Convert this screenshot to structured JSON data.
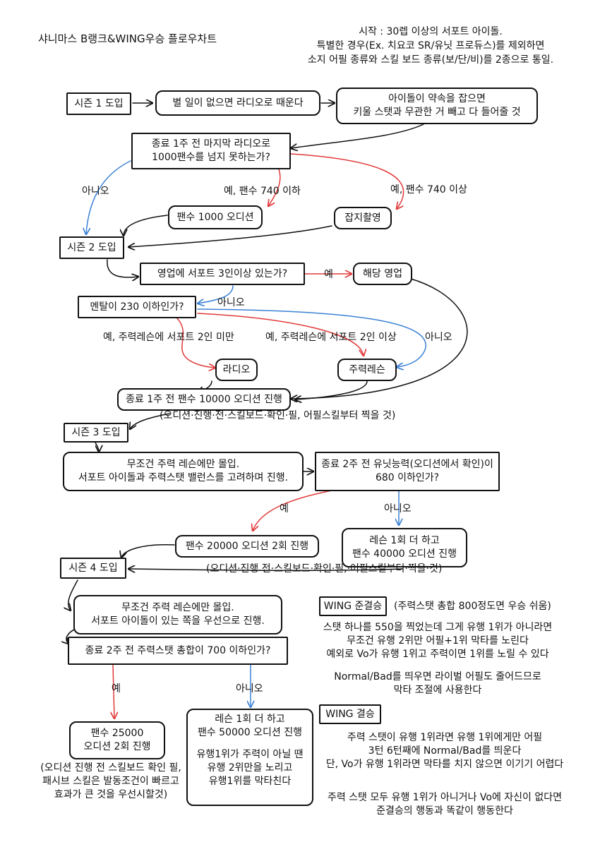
{
  "header": {
    "title": "샤니마스 B랭크&WING우승 플로우차트",
    "intro": [
      "시작 : 30렙 이상의 서포트 아이돌.",
      "특별한 경우(Ex. 치요코 SR/유닛 프로듀스)를 제외하면",
      "소지 어필 종류와 스킬 보드 종류(보/단/비)를 2종으로 통일."
    ]
  },
  "nodes": {
    "s1": "시즌 1 도입",
    "radio_default": "별 일이 없으면 라디오로 때운다",
    "promise": [
      "아이돌이 약속을 잡으면",
      "키울 스탯과 무관한 거 빼고 다 들어줄 것"
    ],
    "q1": [
      "종료 1주 전 마지막 라디오로",
      "1000팬수를 넘지 못하는가?"
    ],
    "fan1000": "팬수 1000 오디션",
    "magazine": "잡지촬영",
    "s2": "시즌 2 도입",
    "q2": "영업에 서포트 3인이상 있는가?",
    "sales": "해당 영업",
    "q3": "멘탈이 230 이하인가?",
    "radio": "라디오",
    "main_lesson": "주력레슨",
    "fan10000": "종료 1주 전 팬수 10000 오디션 진행",
    "fan10000_note": "(오디션·진행·전·스킬보드·확인·필, 어필스킬부터 찍을 것)",
    "s3": "시즌 3 도입",
    "focus1": [
      "무조건 주력 레슨에만 몰입.",
      "서포트 아이돌과 주력스탯 밸런스를 고려하며 진행."
    ],
    "q4": [
      "종료 2주 전 유닛능력(오디션에서 확인)이",
      "680 이하인가?"
    ],
    "fan20000": "팬수 20000 오디션 2회 진행",
    "lesson_40000": [
      "레슨 1회 더 하고",
      "팬수 40000 오디션 진행"
    ],
    "s4": "시즌 4 도입",
    "s4_note": "(오디션·진행 전·스킬보드·확인·필,·어필스킬부터·찍을·것)",
    "focus2": [
      "무조건 주력 레슨에만 몰입.",
      "서포트 아이돌이 있는 쪽을 우선으로 진행."
    ],
    "q5": "종료 2주 전 주력스탯 총합이 700 이하인가?",
    "fan25000": [
      "팬수 25000",
      "오디션 2회 진행"
    ],
    "fan25000_note": [
      "(오디션 진행 전 스킬보드 확인 필,",
      "패시브 스킬은 발동조건이 빠르고",
      "효과가 큰 것을 우선시할것)"
    ],
    "lesson_50000": [
      "레슨 1회 더 하고",
      "팬수 50000 오디션 진행"
    ],
    "lesson_50000_note": [
      "유행1위가 주력이 아닐 땐",
      "유행 2위만을 노리고",
      "유행1위를 막타친다"
    ]
  },
  "edge_labels": {
    "no1": "아니오",
    "yes_fan740_below": "예, 팬수 740 이하",
    "yes_fan740_above": "예, 팬수 740 이상",
    "yes_q2": "예",
    "no_q2": "아니오",
    "yes_support_lt2": "예, 주력레슨에 서포트 2인 미만",
    "yes_support_ge2": "예, 주력레슨에 서포트 2인 이상",
    "no_q3": "아니오",
    "yes_q4": "예",
    "no_q4": "아니오",
    "yes_q5": "예",
    "no_q5": "아니오"
  },
  "wing_semifinal": {
    "label": "WING 준결승",
    "hint": "(주력스탯 총합 800정도면 우승 쉬움)",
    "lines": [
      "스탯 하나를 550을 찍었는데 그게 유행 1위가 아니라면",
      "무조건 유행 2위만 어필+1위 막타를 노린다",
      "예외로 Vo가 유행 1위고 주력이면 1위를 노릴 수 있다",
      "",
      "Normal/Bad를 띄우면 라이벌 어필도 줄어드므로",
      "막타 조절에 사용한다"
    ]
  },
  "wing_final": {
    "label": "WING 결승",
    "lines": [
      "주력 스탯이 유행 1위라면 유행 1위에게만 어필",
      "3턴 6턴째에 Normal/Bad를 띄운다",
      "단, Vo가 유행 1위라면 막타를 치지 않으면 이기기 어렵다",
      "",
      "주력 스탯 모두 유행 1위가 아니거나 Vo에 자신이 없다면",
      "준결승의 행동과 똑같이 행동한다"
    ]
  },
  "colors": {
    "line": "#111111",
    "yes": "#e23a3a",
    "no": "#3b82d6"
  }
}
